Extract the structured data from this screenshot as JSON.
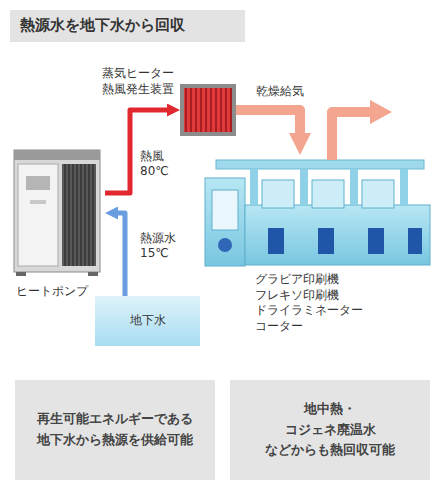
{
  "diagram": {
    "title": "熱源水を地下水から回収",
    "nodes": [
      {
        "text": [
          "ヒートポンプ"
        ]
      },
      {
        "text": [
          "蒸気ヒーター 熱風発生装置"
        ]
      },
      {
        "text": [
          "地下水"
        ]
      },
      {
        "text": [
          "グラビア印刷機 フレキソ印刷機 ドライラミネーター コーター"
        ]
      },
      {
        "text": [
          "再生可能エネルギーである 地下水から熱源を供給可能"
        ]
      },
      {
        "text": [
          "地中熱・コジェネ廃温水 などからも熱回収可能"
        ]
      }
    ],
    "edges": [
      {
        "from": 2,
        "to": 0,
        "label": "熱源水 15℃",
        "arrow": "to"
      },
      {
        "from": 0,
        "to": 1,
        "label": "熱風 80℃",
        "arrow": "to"
      },
      {
        "from": 1,
        "to": 3,
        "label": "乾燥給気",
        "arrow": "to"
      }
    ]
  }
}
